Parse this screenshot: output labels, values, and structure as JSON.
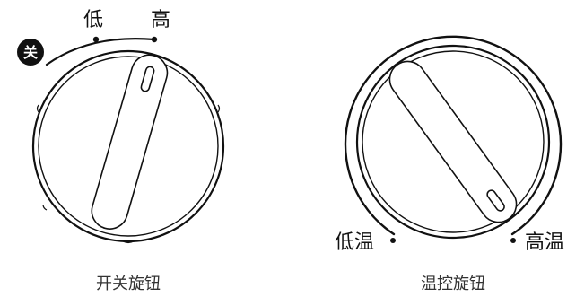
{
  "switch_knob": {
    "caption": "开关旋钮",
    "off_label": "关",
    "low_label": "低",
    "high_label": "高"
  },
  "temp_knob": {
    "caption": "温控旋钮",
    "low_label": "低温",
    "high_label": "高温"
  },
  "colors": {
    "stroke": "#111111",
    "background": "#ffffff",
    "badge": "#111111"
  }
}
